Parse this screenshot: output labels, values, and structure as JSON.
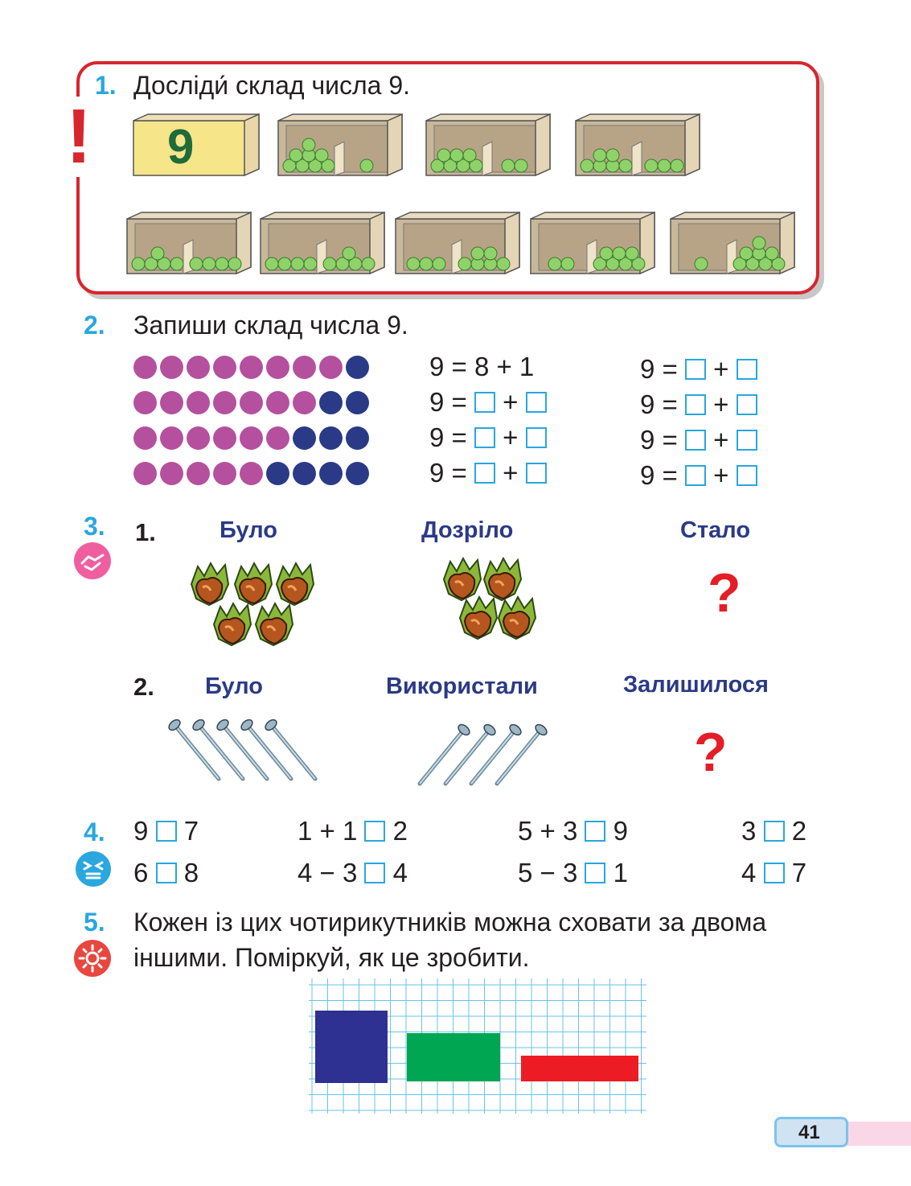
{
  "task1": {
    "number": "1.",
    "text": "Досліди́ склад числа 9.",
    "box_label": "9",
    "splits": [
      [
        8,
        1
      ],
      [
        7,
        2
      ],
      [
        6,
        3
      ],
      [
        5,
        4
      ],
      [
        4,
        5
      ],
      [
        3,
        6
      ],
      [
        2,
        7
      ],
      [
        1,
        8
      ]
    ]
  },
  "task2": {
    "number": "2.",
    "text": "Запиши склад числа 9.",
    "rows": [
      {
        "purple": 8,
        "blue": 1
      },
      {
        "purple": 7,
        "blue": 2
      },
      {
        "purple": 6,
        "blue": 3
      },
      {
        "purple": 5,
        "blue": 4
      }
    ],
    "equation_example": "9 = 8 + 1",
    "eq_prefix": "9 =",
    "plus": "+"
  },
  "task3": {
    "number": "3.",
    "part1": {
      "number": "1.",
      "was": "Було",
      "ripened": "Дозріло",
      "became": "Стало",
      "was_count": 5,
      "ripened_count": 4
    },
    "part2": {
      "number": "2.",
      "was": "Було",
      "used": "Використали",
      "left": "Залишилося",
      "was_count": 5,
      "used_count": 4
    },
    "question": "?"
  },
  "task4": {
    "number": "4.",
    "items": [
      {
        "left": "9",
        "right": "7"
      },
      {
        "left": "1 + 1",
        "right": "2"
      },
      {
        "left": "5 + 3",
        "right": "9"
      },
      {
        "left": "3",
        "right": "2"
      },
      {
        "left": "6",
        "right": "8"
      },
      {
        "left": "4 − 3",
        "right": "4"
      },
      {
        "left": "5 − 3",
        "right": "1"
      },
      {
        "left": "4",
        "right": "7"
      }
    ]
  },
  "task5": {
    "number": "5.",
    "line1": "Кожен із цих чотирикутників можна сховати за двома",
    "line2": "іншими. Поміркуй, як це зробити.",
    "colors": {
      "blue": "#2e3192",
      "green": "#00a651",
      "red": "#ed1c24"
    }
  },
  "page_number": "41",
  "colors": {
    "accent": "#29a7de",
    "purple": "#b4509e",
    "navy": "#2b3a87",
    "red": "#e41e26"
  }
}
